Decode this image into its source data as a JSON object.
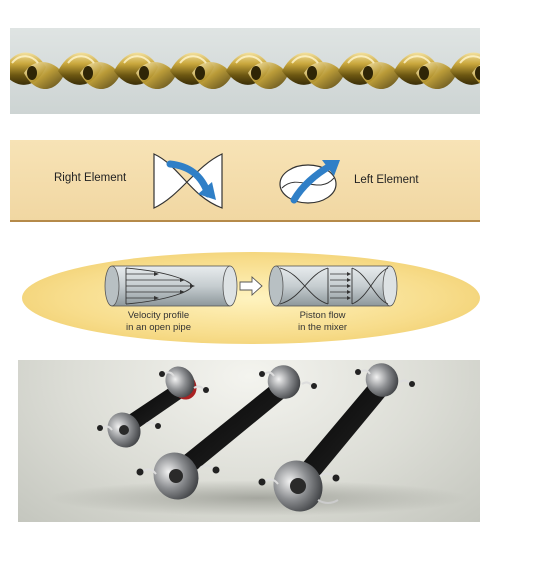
{
  "elements": {
    "right_label": "Right Element",
    "left_label": "Left Element"
  },
  "flow": {
    "open_pipe_line1": "Velocity profile",
    "open_pipe_line2": "in an open pipe",
    "mixer_line1": "Piston flow",
    "mixer_line2": "in the mixer"
  },
  "colors": {
    "gold": "#b8962a",
    "arrow_blue": "#2f7fc7",
    "banner": "#f1d7a2",
    "ellipse": "#f7dc8a",
    "pipe_steel": "#9aa5aa"
  }
}
